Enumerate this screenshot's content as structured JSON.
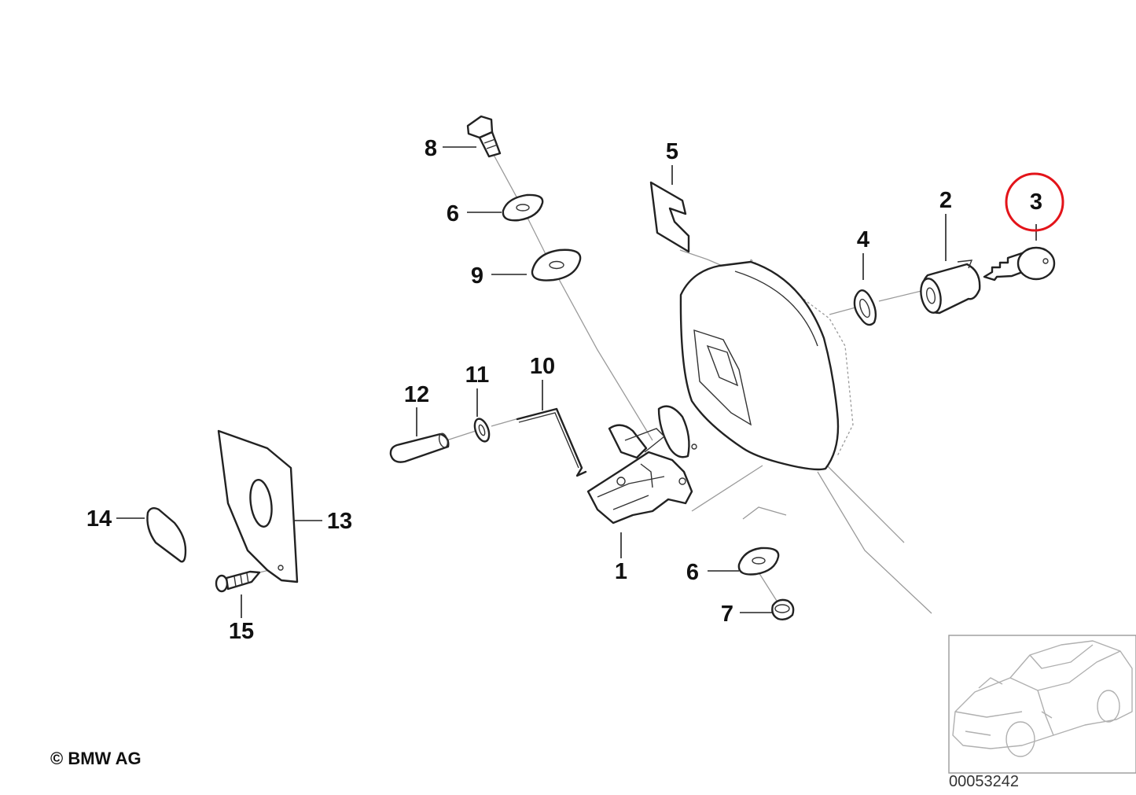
{
  "callouts": {
    "p1": "1",
    "p2": "2",
    "p3": "3",
    "p4": "4",
    "p5": "5",
    "p6a": "6",
    "p6b": "6",
    "p7": "7",
    "p8": "8",
    "p9": "9",
    "p10": "10",
    "p11": "11",
    "p12": "12",
    "p13": "13",
    "p14": "14",
    "p15": "15"
  },
  "highlighted_part": "3",
  "colors": {
    "highlight": "#e3141a",
    "lines": "#222222",
    "assembly_lines": "#9a9a9a"
  },
  "copyright": "© BMW AG",
  "diagram_number": "00053242"
}
